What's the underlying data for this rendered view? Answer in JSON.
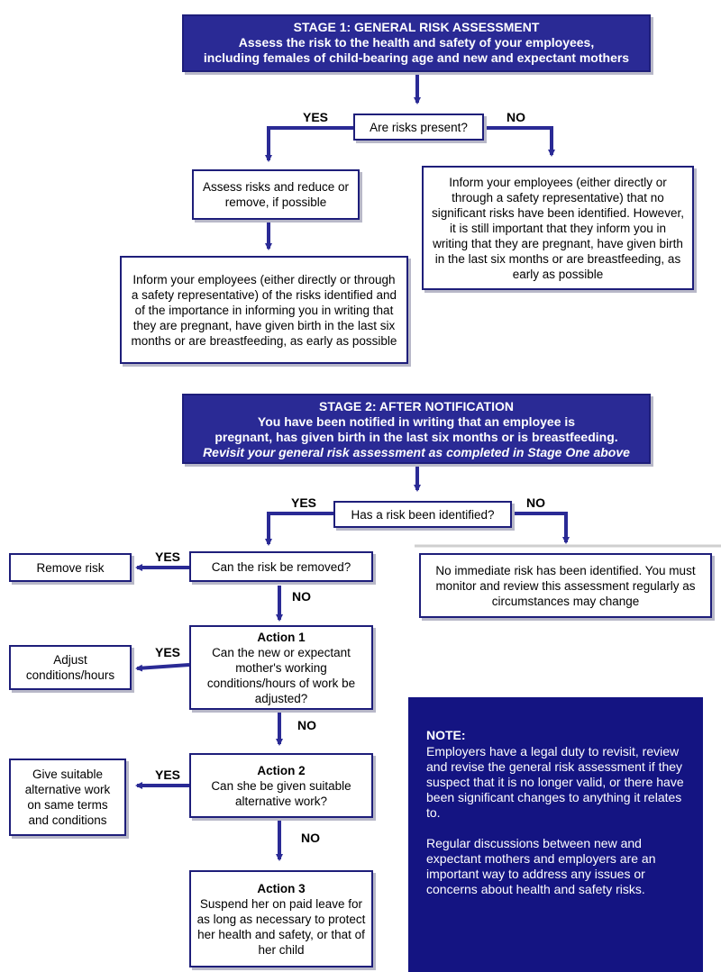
{
  "stage1": {
    "title": "STAGE 1: GENERAL RISK ASSESSMENT",
    "line2": "Assess the risk to the health and safety of your employees,",
    "line3": "including females of child-bearing age and new and expectant mothers"
  },
  "q_risks_present": "Are risks present?",
  "label_yes": "YES",
  "label_no": "NO",
  "assess_box": "Assess risks and reduce or remove, if possible",
  "inform_no_risk": "Inform your employees (either directly or through a safety representative) that no significant risks have been identified. However, it is still important that they inform you in writing that they are pregnant, have given birth in the last six months or are breastfeeding, as early as possible",
  "inform_risks": "Inform your employees (either directly or through a safety representative) of the risks identified and of the importance in informing you in writing that they are pregnant, have given birth in the last six months or are breastfeeding, as early as possible",
  "stage2": {
    "title": "STAGE 2: AFTER NOTIFICATION",
    "line2": "You have been notified in writing that an employee is",
    "line3": "pregnant, has given birth in the last six months or is breastfeeding.",
    "line4": "Revisit your general risk assessment as completed in Stage One above"
  },
  "q_risk_identified": "Has a risk been identified?",
  "no_immediate": "No immediate risk has been identified. You must monitor and review this assessment regularly as circumstances may change",
  "q_risk_removed": "Can the risk be removed?",
  "remove_risk": "Remove risk",
  "action1": {
    "title": "Action 1",
    "text": "Can the new or expectant mother's working conditions/hours of work be adjusted?"
  },
  "adjust": "Adjust conditions/hours",
  "action2": {
    "title": "Action 2",
    "text": "Can she be given suitable alternative work?"
  },
  "give_alt": "Give suitable alternative work on same terms and conditions",
  "action3": {
    "title": "Action 3",
    "text": "Suspend her on paid leave for as long as necessary to protect her health and safety, or that of her child"
  },
  "note": {
    "title": "NOTE:",
    "p1": "Employers have a legal duty to revisit, review and revise the general risk assessment if they suspect that it is no longer valid, or there have been significant changes to anything it relates to.",
    "p2": "Regular discussions between new and expectant mothers and employers are an important way to address any issues or concerns about health and safety risks."
  },
  "colors": {
    "navy": "#2a2a95",
    "note_bg": "#141482",
    "border": "#1e1e7a"
  }
}
